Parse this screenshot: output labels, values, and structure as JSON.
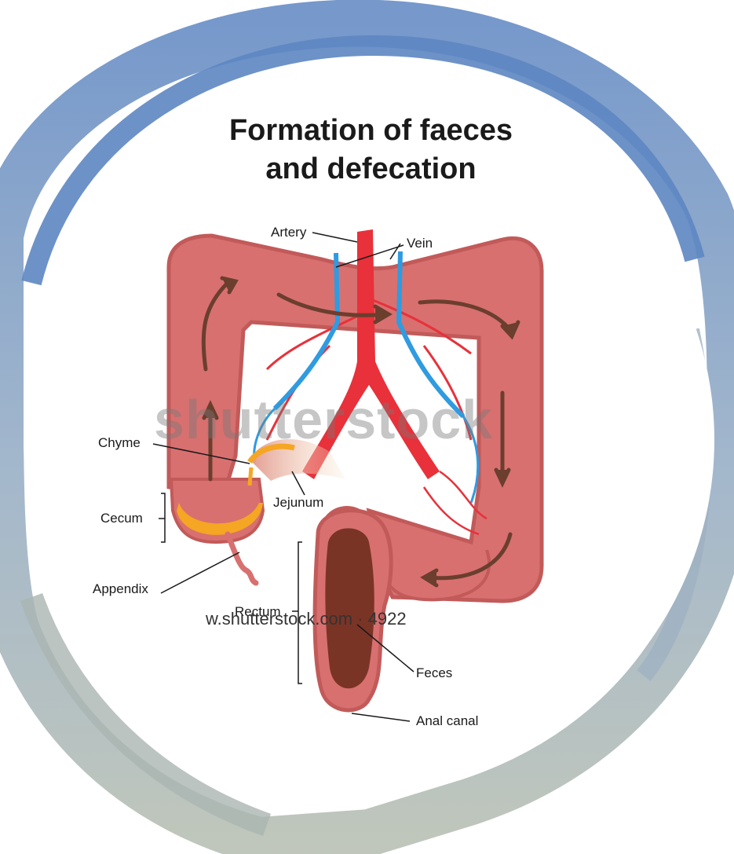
{
  "diagram": {
    "title_line1": "Formation of faeces",
    "title_line2": "and defecation",
    "watermark": "shutterstock",
    "footer_text": "w.shutterstock.com · 4922",
    "labels": {
      "artery": "Artery",
      "vein": "Vein",
      "chyme": "Chyme",
      "jejunum": "Jejunum",
      "cecum": "Cecum",
      "appendix": "Appendix",
      "rectum": "Rectum",
      "feces": "Feces",
      "anal_canal": "Anal canal"
    },
    "colors": {
      "colon": "#d87070",
      "colon_outline": "#c25a5a",
      "artery": "#e8313a",
      "vein": "#2f9be0",
      "feces": "#7a3426",
      "cecum_content": "#f5a623",
      "arrows": "#6b3e2e",
      "frame": "#8ea9cf"
    }
  }
}
